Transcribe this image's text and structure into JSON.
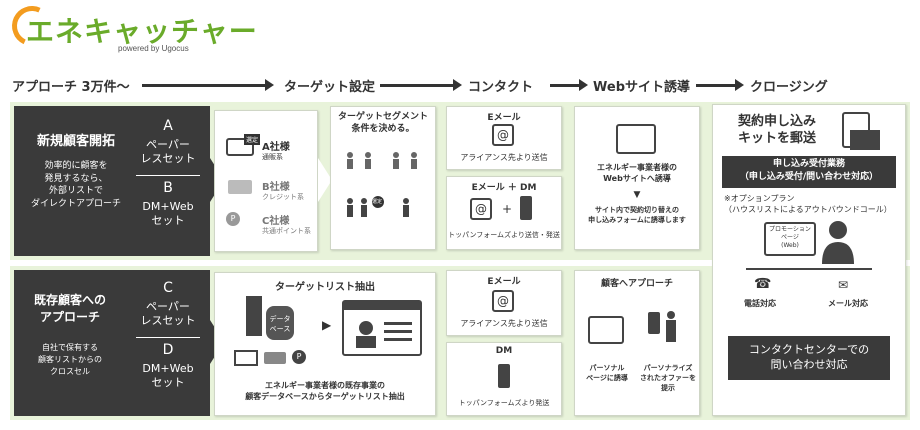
{
  "logo": {
    "name": "エネキャッチャー",
    "sub": "powered by Ugocus"
  },
  "stages": [
    "アプローチ 3万件〜",
    "ターゲット設定",
    "コンタクト",
    "Webサイト誘導",
    "クロージング"
  ],
  "row1": {
    "title": "新規顧客開拓",
    "desc": "効率的に顧客を\n発見するなら、\n外部リストで\nダイレクトアプローチ",
    "planA_letter": "A",
    "planA": "ペーパー\nレスセット",
    "planB_letter": "B",
    "planB": "DM+Web\nセット",
    "lists": [
      {
        "name": "A社様",
        "sub": "通販系",
        "badge": "選定"
      },
      {
        "name": "B社様",
        "sub": "クレジット系"
      },
      {
        "name": "C社様",
        "sub": "共通ポイント系"
      }
    ],
    "segment_title": "ターゲットセグメント\n条件を決める。",
    "segment_badge": "選定",
    "email_title": "Eメール",
    "email_caption": "アライアンス先より送信",
    "email_dm_title": "Eメール ＋ DM",
    "email_dm_caption": "トッパンフォームズより送信・発送",
    "web_text": "エネルギー事業者様の\nWebサイトへ誘導",
    "web_sub": "サイト内で契約切り替えの\n申し込みフォームに誘導します"
  },
  "row2": {
    "title": "既存顧客への\nアプローチ",
    "desc": "自社で保有する\n顧客リストからの\nクロスセル",
    "planC_letter": "C",
    "planC": "ペーパー\nレスセット",
    "planD_letter": "D",
    "planD": "DM+Web\nセット",
    "extract_title": "ターゲットリスト抽出",
    "db_label": "データ\nベース",
    "extract_caption": "エネルギー事業者様の既存事業の\n顧客データベースからターゲットリスト抽出",
    "email_title": "Eメール",
    "email_caption": "アライアンス先より送信",
    "dm_title": "DM",
    "dm_caption": "トッパンフォームズより発送",
    "approach_title": "顧客へアプローチ",
    "personal_page": "パーソナル\nページに誘導",
    "personal_offer": "パーソナライズ\nされたオファーを\n提示"
  },
  "closing": {
    "kit_title": "契約申し込み\nキットを郵送",
    "reception": "申し込み受付業務\n（申し込み受付/問い合わせ対応）",
    "option": "※オプションプラン\n（ハウスリストによるアウトバウンドコール）",
    "promo_page": "プロモーション\nページ\n(Web)",
    "phone": "電話対応",
    "mail": "メール対応",
    "contact_center": "コンタクトセンターでの\n問い合わせ対応"
  }
}
